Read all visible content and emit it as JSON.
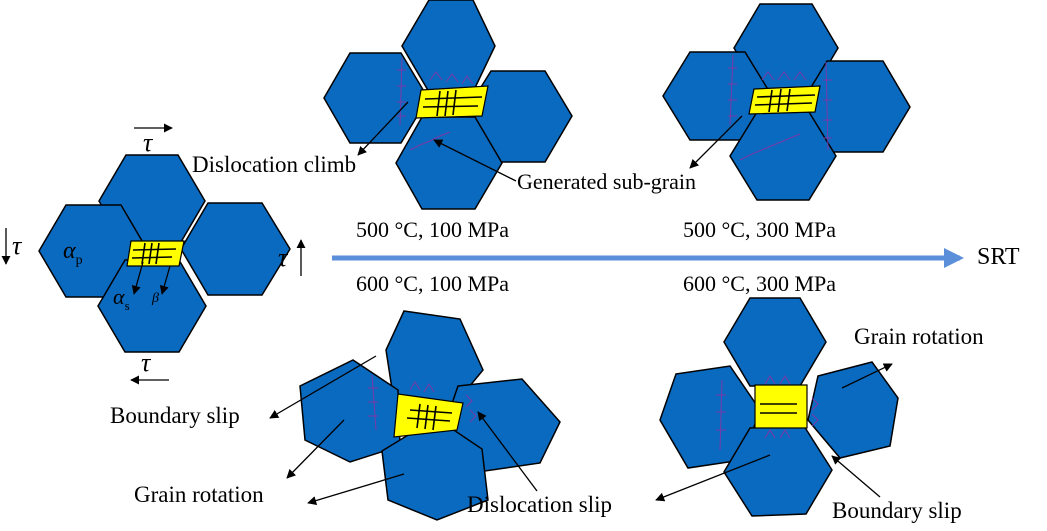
{
  "colors": {
    "grain": "#0a6ac0",
    "subgrain": "#ffff00",
    "arrow": "#5b8fd9",
    "dislocation_marks": "#7a3aa8"
  },
  "labels": {
    "dislocation_climb": "Dislocation climb",
    "generated_sub_grain": "Generated sub-grain",
    "boundary_slip_left": "Boundary slip",
    "grain_rotation_left": "Grain rotation",
    "dislocation_slip": "Dislocation slip",
    "grain_rotation_right": "Grain rotation",
    "boundary_slip_right": "Boundary slip"
  },
  "conditions": {
    "top_left": "500 °C, 100 MPa",
    "top_right": "500 °C, 300 MPa",
    "bottom_left": "600 °C, 100 MPa",
    "bottom_right": "600 °C, 300 MPa"
  },
  "arrow_label": "SRT",
  "symbols": {
    "tau": "τ",
    "alpha": "α",
    "p": "p",
    "s": "s",
    "beta": "β"
  }
}
